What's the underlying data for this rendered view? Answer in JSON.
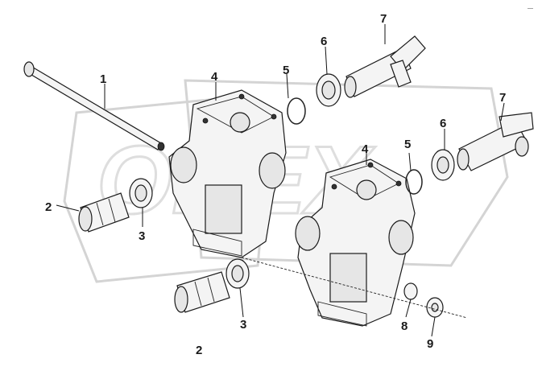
{
  "corner_mark": "—",
  "watermark": "OREX",
  "callouts": [
    {
      "id": "c1",
      "label": "1"
    },
    {
      "id": "c2a",
      "label": "2"
    },
    {
      "id": "c2b",
      "label": "2"
    },
    {
      "id": "c3a",
      "label": "3"
    },
    {
      "id": "c3b",
      "label": "3"
    },
    {
      "id": "c4a",
      "label": "4"
    },
    {
      "id": "c4b",
      "label": "4"
    },
    {
      "id": "c5a",
      "label": "5"
    },
    {
      "id": "c5b",
      "label": "5"
    },
    {
      "id": "c6a",
      "label": "6"
    },
    {
      "id": "c6b",
      "label": "6"
    },
    {
      "id": "c7a",
      "label": "7"
    },
    {
      "id": "c7b",
      "label": "7"
    },
    {
      "id": "c8",
      "label": "8"
    },
    {
      "id": "c9",
      "label": "9"
    }
  ]
}
